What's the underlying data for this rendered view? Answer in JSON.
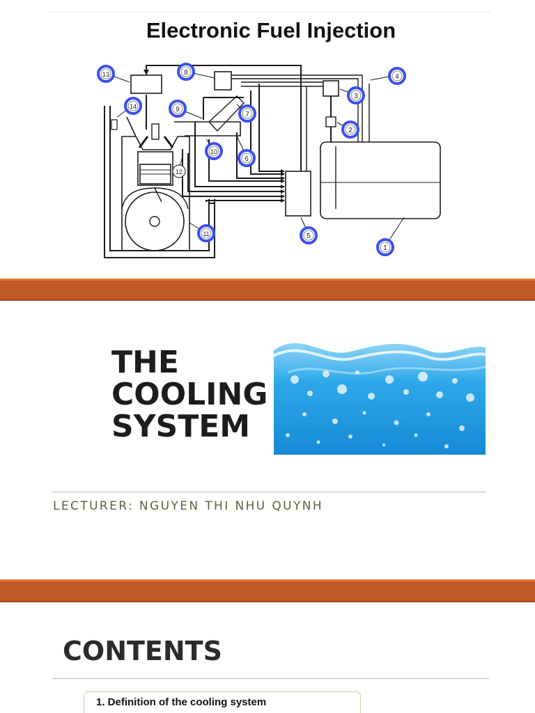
{
  "slide1": {
    "title": "Electronic Fuel Injection",
    "diagram_callouts": [
      "1",
      "2",
      "3",
      "4",
      "5",
      "6",
      "7",
      "8",
      "9",
      "10",
      "11",
      "12",
      "13",
      "14"
    ]
  },
  "slide2": {
    "title_lines": [
      "THE",
      "COOLING",
      "SYSTEM"
    ],
    "lecturer": "LECTURER: NGUYEN THI NHU QUYNH"
  },
  "slide3": {
    "title": "CONTENTS",
    "items": [
      "1. Definition of the cooling system"
    ]
  },
  "colors": {
    "divider_band": "#c0582a",
    "callout_ring": "#3d4ff0",
    "lecturer_text": "#5b6242",
    "water": "#1ea0e6"
  }
}
